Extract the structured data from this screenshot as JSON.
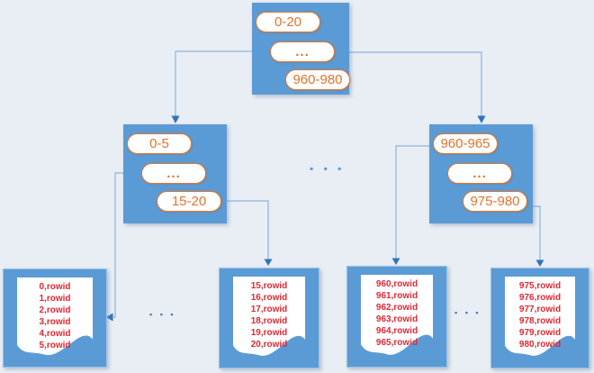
{
  "diagram": {
    "root": {
      "keys": [
        "0-20",
        "...",
        "960-980"
      ]
    },
    "left_internal": {
      "keys": [
        "0-5",
        "...",
        "15-20"
      ]
    },
    "right_internal": {
      "keys": [
        "960-965",
        "...",
        "975-980"
      ]
    },
    "leaves": [
      {
        "rows": [
          "0,rowid",
          "1,rowid",
          "2,rowid",
          "3,rowid",
          "4,rowid",
          "5,rowid"
        ]
      },
      {
        "rows": [
          "15,rowid",
          "16,rowid",
          "17,rowid",
          "18,rowid",
          "19,rowid",
          "20,rowid"
        ]
      },
      {
        "rows": [
          "960,rowid",
          "961,rowid",
          "962,rowid",
          "963,rowid",
          "964,rowid",
          "965,rowid"
        ]
      },
      {
        "rows": [
          "975,rowid",
          "976,rowid",
          "977,rowid",
          "978,rowid",
          "979,rowid",
          "980,rowid"
        ]
      }
    ],
    "separators": {
      "internal_level": "▪ ▪ ▪",
      "leaf_level_left": "▪ ▪ ▪",
      "leaf_level_right": "▪ ▪ ▪"
    },
    "colors": {
      "background": "#E9EDF4",
      "node_blue": "#5B9BD5",
      "pill_orange": "#E2732C",
      "leaf_text_red": "#E02833",
      "connector_line": "#8EB4DC",
      "arrowhead": "#2E75B6"
    }
  }
}
